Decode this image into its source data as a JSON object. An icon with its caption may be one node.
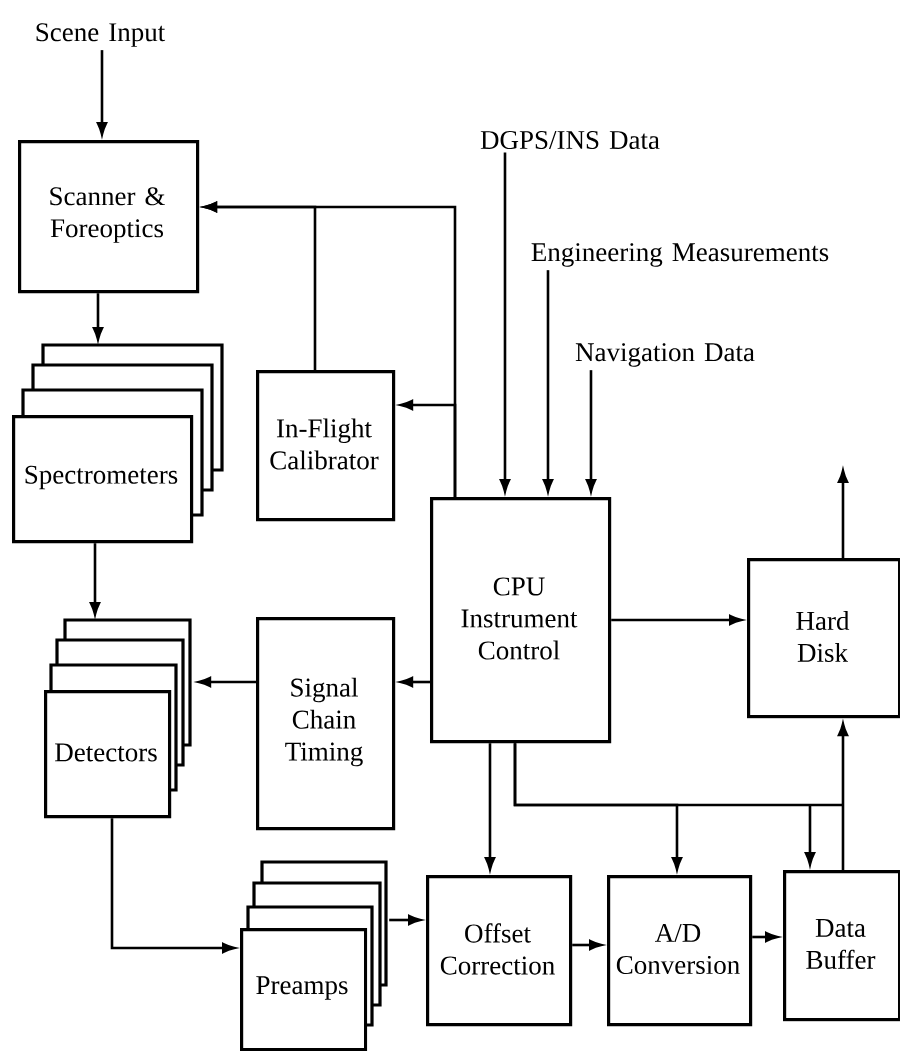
{
  "diagram": {
    "nodes": [
      {
        "text": [
          "Scene Input"
        ]
      },
      {
        "text": [
          "Scanner & Foreoptics"
        ]
      },
      {
        "text": [
          "Spectrometers"
        ]
      },
      {
        "text": [
          "In-Flight Calibrator"
        ]
      },
      {
        "text": [
          "DGPS/INS Data"
        ]
      },
      {
        "text": [
          "Engineering Measurements"
        ]
      },
      {
        "text": [
          "Navigation Data"
        ]
      },
      {
        "text": [
          "CPU Instrument Control"
        ]
      },
      {
        "text": [
          "Hard Disk"
        ]
      },
      {
        "text": [
          "Detectors"
        ]
      },
      {
        "text": [
          "Signal Chain Timing"
        ]
      },
      {
        "text": [
          "Preamps"
        ]
      },
      {
        "text": [
          "Offset Correction"
        ]
      },
      {
        "text": [
          "A/D Conversion"
        ]
      },
      {
        "text": [
          "Data Buffer"
        ]
      }
    ],
    "edges": [
      {
        "from": 0,
        "to": 1,
        "arrow": "to"
      },
      {
        "from": 1,
        "to": 2,
        "arrow": "to"
      },
      {
        "from": 2,
        "to": 9,
        "arrow": "to"
      },
      {
        "from": 9,
        "to": 11,
        "arrow": "to"
      },
      {
        "from": 11,
        "to": 12,
        "arrow": "to"
      },
      {
        "from": 12,
        "to": 13,
        "arrow": "to"
      },
      {
        "from": 13,
        "to": 14,
        "arrow": "to"
      },
      {
        "from": 14,
        "to": 8,
        "arrow": "to"
      },
      {
        "from": 7,
        "to": 8,
        "arrow": "to"
      },
      {
        "from": 7,
        "to": 10,
        "arrow": "to"
      },
      {
        "from": 10,
        "to": 9,
        "arrow": "to"
      },
      {
        "from": 7,
        "to": 3,
        "arrow": "to"
      },
      {
        "from": 7,
        "to": 1,
        "arrow": "to"
      },
      {
        "from": 3,
        "to": 1,
        "arrow": "to"
      },
      {
        "from": 4,
        "to": 7,
        "arrow": "to"
      },
      {
        "from": 5,
        "to": 7,
        "arrow": "to"
      },
      {
        "from": 6,
        "to": 7,
        "arrow": "to"
      },
      {
        "from": 7,
        "to": 12,
        "arrow": "to"
      },
      {
        "from": 7,
        "to": 13,
        "arrow": "to"
      },
      {
        "from": 7,
        "to": 14,
        "arrow": "to"
      },
      {
        "from": 8,
        "to": null,
        "arrow": "to"
      }
    ]
  }
}
